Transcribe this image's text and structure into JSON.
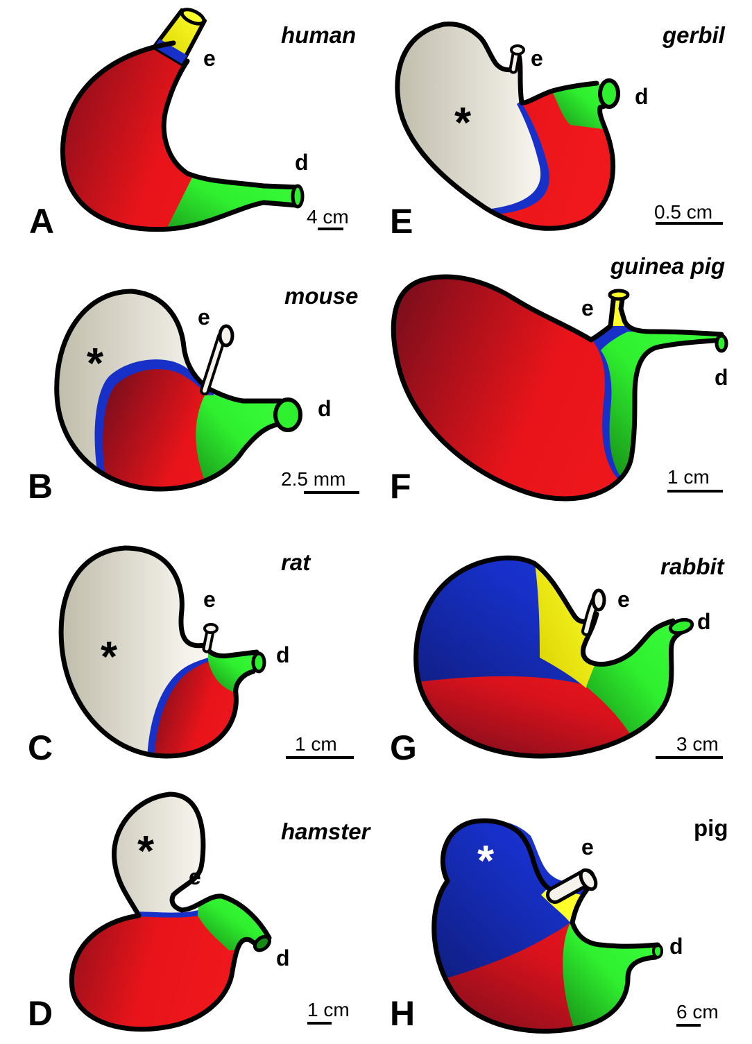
{
  "colors": {
    "red": "#e8141a",
    "red_dark": "#6e0d1c",
    "green": "#2ff02f",
    "green_dark": "#168a16",
    "blue": "#1730c8",
    "blue_dark": "#0d1766",
    "yellow": "#ffff2a",
    "white": "#f4f2ea",
    "white_shade": "#bdbaa8",
    "outline": "#000000"
  },
  "panels": [
    {
      "letter": "A",
      "species": "human",
      "scale": "4 cm",
      "esophagus": "e",
      "duodenum": "d",
      "asterisk": ""
    },
    {
      "letter": "B",
      "species": "mouse",
      "scale": "2.5 mm",
      "esophagus": "e",
      "duodenum": "d",
      "asterisk": "*"
    },
    {
      "letter": "C",
      "species": "rat",
      "scale": "1 cm",
      "esophagus": "e",
      "duodenum": "d",
      "asterisk": "*"
    },
    {
      "letter": "D",
      "species": "hamster",
      "scale": "1 cm",
      "esophagus": "e",
      "duodenum": "d",
      "asterisk": "*"
    },
    {
      "letter": "E",
      "species": "gerbil",
      "scale": "0.5 cm",
      "esophagus": "e",
      "duodenum": "d",
      "asterisk": "*"
    },
    {
      "letter": "F",
      "species": "guinea pig",
      "scale": "1 cm",
      "esophagus": "e",
      "duodenum": "d",
      "asterisk": ""
    },
    {
      "letter": "G",
      "species": "rabbit",
      "scale": "3 cm",
      "esophagus": "e",
      "duodenum": "d",
      "asterisk": ""
    },
    {
      "letter": "H",
      "species": "pig",
      "scale": "6 cm",
      "esophagus": "e",
      "duodenum": "d",
      "asterisk": "*"
    }
  ]
}
